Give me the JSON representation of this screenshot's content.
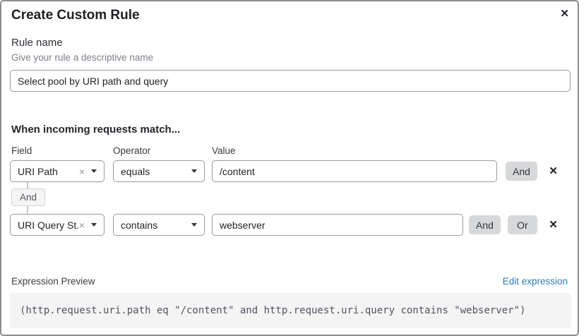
{
  "modal": {
    "title": "Create Custom Rule",
    "close_icon": "✕"
  },
  "rule_name": {
    "label": "Rule name",
    "helper": "Give your rule a descriptive name",
    "value": "Select pool by URI path and query"
  },
  "matcher": {
    "heading": "When incoming requests match...",
    "columns": {
      "field": "Field",
      "operator": "Operator",
      "value": "Value"
    },
    "connector_label": "And",
    "rows": [
      {
        "field": "URI Path",
        "operator": "equals",
        "value": "/content",
        "and_label": "And",
        "clear_icon": "×",
        "remove_icon": "✕"
      },
      {
        "field": "URI Query St...",
        "operator": "contains",
        "value": "webserver",
        "and_label": "And",
        "or_label": "Or",
        "clear_icon": "×",
        "remove_icon": "✕"
      }
    ]
  },
  "expression": {
    "label": "Expression Preview",
    "edit_link": "Edit expression",
    "code": "(http.request.uri.path eq \"/content\" and http.request.uri.query contains \"webserver\")"
  },
  "colors": {
    "link_blue": "#2e7cb8",
    "button_gray": "#d6d8d9",
    "border_gray": "#979ba1",
    "code_background": "#f4f4f5"
  }
}
